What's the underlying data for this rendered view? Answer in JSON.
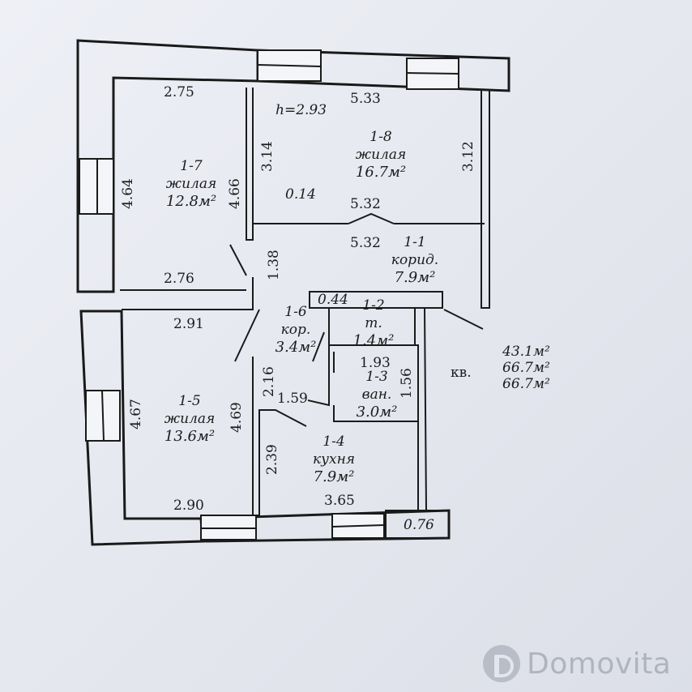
{
  "plan": {
    "height_note": "h=2.93",
    "rooms": [
      {
        "id": "1-8",
        "name": "жилая",
        "area": "16.7м²"
      },
      {
        "id": "1-7",
        "name": "жилая",
        "area": "12.8м²"
      },
      {
        "id": "1-1",
        "name": "корид.",
        "area": "7.9м²"
      },
      {
        "id": "1-6",
        "name": "кор.",
        "area": "3.4м²"
      },
      {
        "id": "1-2",
        "name": "т.",
        "area": "1.4м²"
      },
      {
        "id": "1-3",
        "name": "ван.",
        "area": "3.0м²"
      },
      {
        "id": "1-5",
        "name": "жилая",
        "area": "13.6м²"
      },
      {
        "id": "1-4",
        "name": "кухня",
        "area": "7.9м²"
      }
    ],
    "dimensions": {
      "r7_top": "2.75",
      "r8_top": "5.33",
      "r8_right": "3.12",
      "r8_left": "3.14",
      "r7_left": "4.64",
      "r7_right": "4.66",
      "wall_014": "0.14",
      "r8_bottom": "5.32",
      "corr_top": "5.32",
      "corr_left": "1.38",
      "r7_bottom": "2.76",
      "wall_044": "0.44",
      "r5_top": "2.91",
      "d_216": "2.16",
      "d_159": "1.59",
      "bath_top": "1.93",
      "bath_right": "1.56",
      "r5_left": "4.67",
      "r5_right": "4.69",
      "kitchen_left": "2.39",
      "r5_bottom": "2.90",
      "kitchen_bottom": "3.65",
      "wall_076": "0.76"
    },
    "summary": {
      "label": "кв.",
      "living": "43.1м²",
      "total": "66.7м²",
      "total2": "66.7м²"
    }
  },
  "watermark": {
    "text": "Domovita"
  }
}
